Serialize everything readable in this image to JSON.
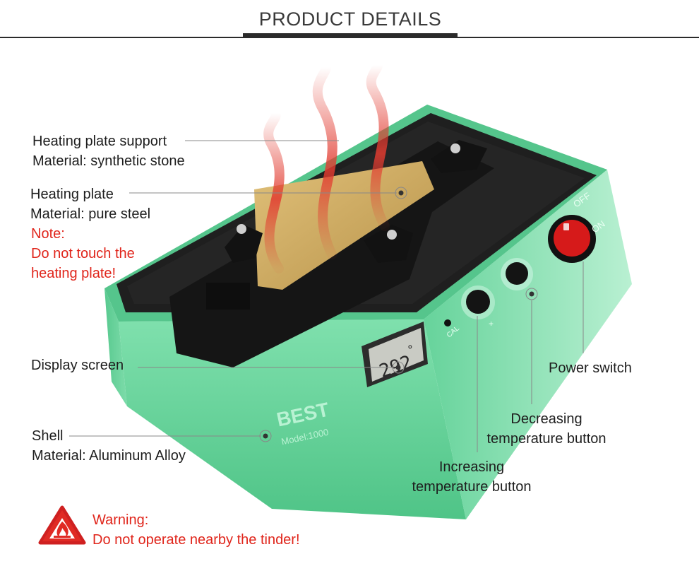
{
  "header": {
    "title": "PRODUCT DETAILS"
  },
  "device": {
    "display_reading": "292",
    "display_unit": "°",
    "switch_off": "OFF",
    "switch_on": "ON",
    "led_label": "CAL",
    "plus_sign": "+",
    "brand": "BEST",
    "model": "Model:1000"
  },
  "callouts": {
    "support": {
      "name": "Heating plate support",
      "material": "Material: synthetic stone"
    },
    "plate": {
      "name": "Heating plate",
      "material": "Material: pure steel",
      "note_title": "Note:",
      "note_line1": "Do not touch the",
      "note_line2": "heating plate!"
    },
    "display": {
      "name": "Display screen"
    },
    "shell": {
      "name": "Shell",
      "material": "Material: Aluminum Alloy"
    },
    "power": {
      "name": "Power switch"
    },
    "decrease": {
      "line1": "Decreasing",
      "line2": "temperature button"
    },
    "increase": {
      "line1": "Increasing",
      "line2": "temperature button"
    }
  },
  "warning": {
    "title": "Warning:",
    "text": "Do not operate nearby the tinder!"
  },
  "colors": {
    "accent_red": "#e0251b",
    "shell_green": "#6fd6a0",
    "plate_gold": "#d7b363"
  }
}
